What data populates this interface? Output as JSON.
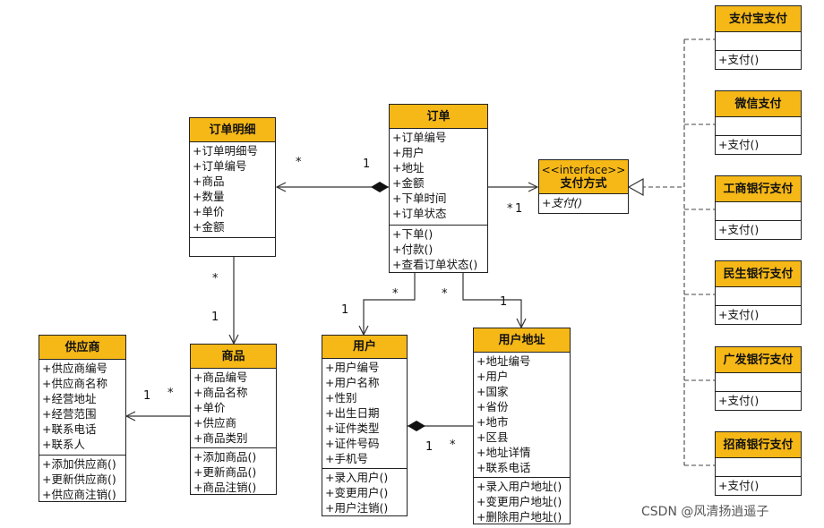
{
  "classes": {
    "order_detail": {
      "name": "订单明细",
      "attrs": [
        "+订单明细号",
        "+订单编号",
        "+商品",
        "+数量",
        "+单价",
        "+金额"
      ],
      "ops": []
    },
    "order": {
      "name": "订单",
      "attrs": [
        "+订单编号",
        "+用户",
        "+地址",
        "+金额",
        "+下单时间",
        "+订单状态"
      ],
      "ops": [
        "+下单()",
        "+付款()",
        "+查看订单状态()"
      ]
    },
    "payment": {
      "stereotype": "<<interface>>",
      "name": "支付方式",
      "ops": [
        "+支付()"
      ]
    },
    "supplier": {
      "name": "供应商",
      "attrs": [
        "+供应商编号",
        "+供应商名称",
        "+经营地址",
        "+经营范围",
        "+联系电话",
        "+联系人"
      ],
      "ops": [
        "+添加供应商()",
        "+更新供应商()",
        "+供应商注销()"
      ]
    },
    "product": {
      "name": "商品",
      "attrs": [
        "+商品编号",
        "+商品名称",
        "+单价",
        "+供应商",
        "+商品类别"
      ],
      "ops": [
        "+添加商品()",
        "+更新商品()",
        "+商品注销()"
      ]
    },
    "user": {
      "name": "用户",
      "attrs": [
        "+用户编号",
        "+用户名称",
        "+性别",
        "+出生日期",
        "+证件类型",
        "+证件号码",
        "+手机号"
      ],
      "ops": [
        "+录入用户()",
        "+变更用户()",
        "+用户注销()"
      ]
    },
    "address": {
      "name": "用户地址",
      "attrs": [
        "+地址编号",
        "+用户",
        "+国家",
        "+省份",
        "+地市",
        "+区县",
        "+地址详情",
        "+联系电话"
      ],
      "ops": [
        "+录入用户地址()",
        "+变更用户地址()",
        "+删除用户地址()"
      ]
    },
    "alipay": {
      "name": "支付宝支付",
      "ops": [
        "+支付()"
      ]
    },
    "wechat": {
      "name": "微信支付",
      "ops": [
        "+支付()"
      ]
    },
    "icbc": {
      "name": "工商银行支付",
      "ops": [
        "+支付()"
      ]
    },
    "cmbc": {
      "name": "民生银行支付",
      "ops": [
        "+支付()"
      ]
    },
    "cgb": {
      "name": "广发银行支付",
      "ops": [
        "+支付()"
      ]
    },
    "cmb": {
      "name": "招商银行支付",
      "ops": [
        "+支付()"
      ]
    }
  },
  "multiplicities": {
    "detail_order_many": "*",
    "detail_order_one": "1",
    "order_payment_many": "*",
    "order_payment_one": "1",
    "detail_product_many": "*",
    "detail_product_one": "1",
    "product_supplier_one": "1",
    "product_supplier_many": "*",
    "order_user_many": "*",
    "order_user_one": "1",
    "order_address_many": "*",
    "order_address_one": "1",
    "user_address_one": "1",
    "user_address_many": "*"
  },
  "watermark": "CSDN @风清扬逍遥子",
  "colors": {
    "header": "#f6b817",
    "border": "#222222",
    "line": "#333333"
  }
}
